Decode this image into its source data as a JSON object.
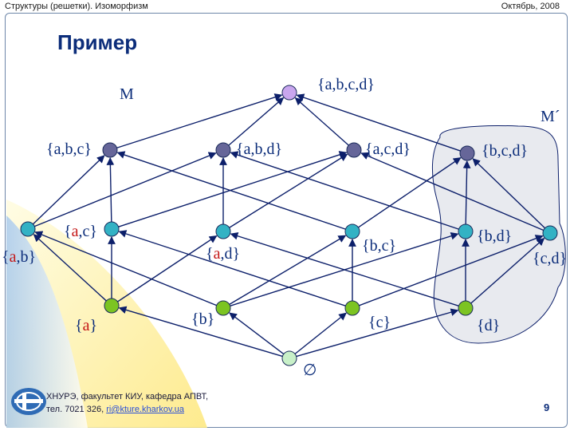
{
  "header": {
    "left": "Структуры (решетки). Изоморфизм",
    "right": "Октябрь, 2008"
  },
  "title": "Пример",
  "lattice_names": {
    "m": "M",
    "m_prime": "M´"
  },
  "empty_set": "∅",
  "nodes": {
    "abcd": "{a,b,c,d}",
    "abc": "{a,b,c}",
    "abd": "{a,b,d}",
    "acd": "{a,c,d}",
    "bcd": "{b,c,d}",
    "ab": "{a,b}",
    "ac": "{a,c}",
    "ad": "{a,d}",
    "bc": "{b,c}",
    "bd": "{b,d}",
    "cd": "{c,d}",
    "a": "{a}",
    "b": "{b}",
    "c": "{c}",
    "d": "{d}"
  },
  "footer": {
    "line1": "ХНУРЭ, факультет КИУ, кафедра АПВТ,",
    "line2_prefix": "тел. 7021 326, ",
    "email": "ri@kture.kharkov.ua"
  },
  "page_number": "9",
  "colors": {
    "top_node": "#c9a6ee",
    "level3_node": "#666699",
    "level2_node": "#33b2c4",
    "level1_node": "#7cc422",
    "bottom_node": "#c8f0c8",
    "edge": "#0c1f6a",
    "title": "#0c2d7a",
    "highlight_region": "#e8eaef",
    "red_text": "#c41818"
  }
}
